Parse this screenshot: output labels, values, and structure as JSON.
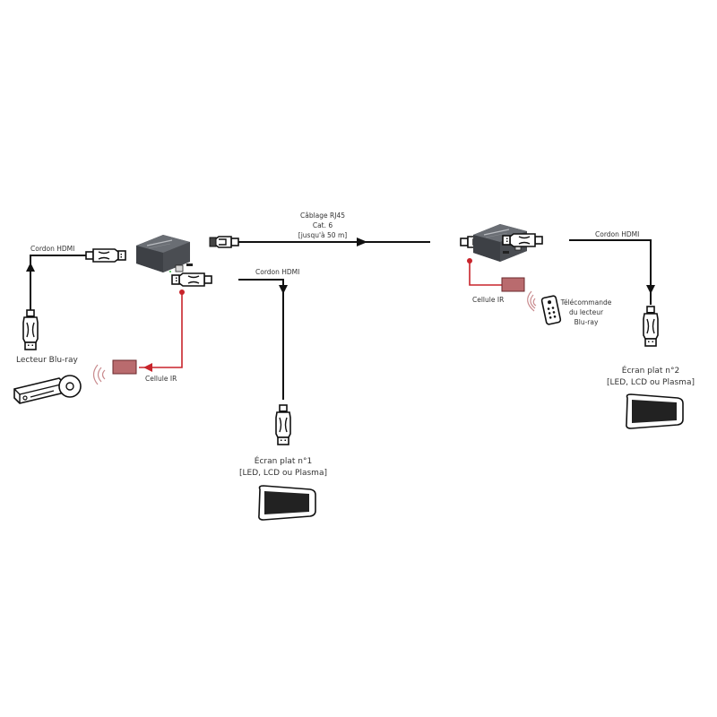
{
  "diagram": {
    "title": "HDMI extender over RJ45 connection diagram",
    "labels": {
      "hdmi_cable_source": "Cordon HDMI",
      "hdmi_cable_output1": "Cordon HDMI",
      "hdmi_cable_output2": "Cordon HDMI",
      "rj45_line1": "Câblage RJ45",
      "rj45_line2": "Cat. 6",
      "rj45_line3": "[jusqu'à 50 m]",
      "bluray_player": "Lecteur Blu-ray",
      "ir_cell_transmitter": "Cellule IR",
      "ir_cell_receiver": "Cellule IR",
      "remote_line1": "Télécommande",
      "remote_line2": "du lecteur",
      "remote_line3": "Blu-ray",
      "screen1_line1": "Écran plat n°1",
      "screen1_line2": "[LED, LCD ou Plasma]",
      "screen2_line1": "Écran plat n°2",
      "screen2_line2": "[LED, LCD ou Plasma]"
    },
    "nodes": [
      {
        "id": "bluray",
        "label": "Lecteur Blu-ray",
        "icon": "bluray-player-icon"
      },
      {
        "id": "transmitter",
        "label": "",
        "icon": "hdmi-extender-transmitter"
      },
      {
        "id": "receiver",
        "label": "",
        "icon": "hdmi-extender-receiver"
      },
      {
        "id": "screen1",
        "label": "Écran plat n°1",
        "icon": "flat-screen-icon"
      },
      {
        "id": "screen2",
        "label": "Écran plat n°2",
        "icon": "flat-screen-icon"
      },
      {
        "id": "ir_tx",
        "label": "Cellule IR",
        "icon": "ir-cell-icon"
      },
      {
        "id": "ir_rx",
        "label": "Cellule IR",
        "icon": "ir-cell-icon"
      },
      {
        "id": "remote",
        "label": "Télécommande du lecteur Blu-ray",
        "icon": "remote-control-icon"
      }
    ],
    "edges": [
      {
        "from": "bluray",
        "to": "transmitter",
        "label": "Cordon HDMI",
        "type": "hdmi"
      },
      {
        "from": "transmitter",
        "to": "screen1",
        "label": "Cordon HDMI",
        "type": "hdmi"
      },
      {
        "from": "transmitter",
        "to": "receiver",
        "label": "Câblage RJ45 Cat. 6 [jusqu'à 50 m]",
        "type": "rj45"
      },
      {
        "from": "receiver",
        "to": "screen2",
        "label": "Cordon HDMI",
        "type": "hdmi"
      },
      {
        "from": "transmitter",
        "to": "ir_tx",
        "label": "Cellule IR",
        "type": "ir"
      },
      {
        "from": "receiver",
        "to": "ir_rx",
        "label": "Cellule IR",
        "type": "ir"
      }
    ],
    "colors": {
      "wire": "#111111",
      "ir_wire": "#c8242b",
      "ir_cell_fill": "#b96b6e",
      "ir_wave": "#c98b8e",
      "device_body": "#4a4d52",
      "screen_fill": "#222222",
      "text": "#333333"
    }
  }
}
